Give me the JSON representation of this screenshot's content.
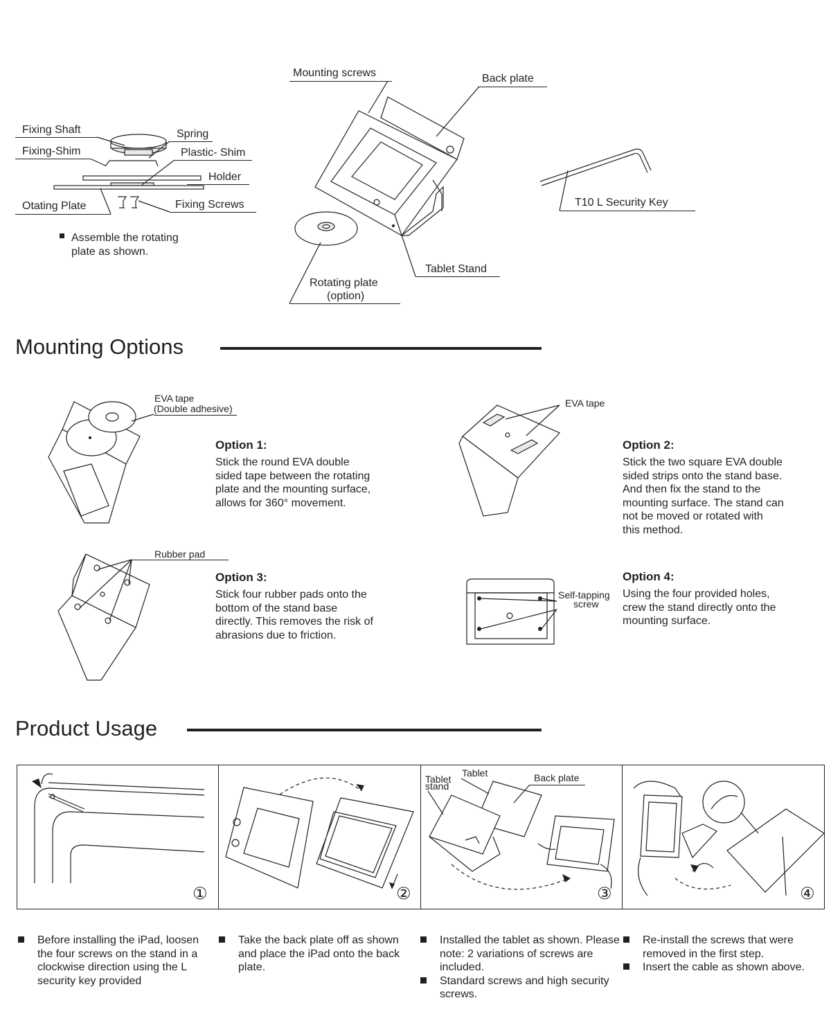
{
  "parts": {
    "fixing_shaft": "Fixing Shaft",
    "spring": "Spring",
    "fixing_shim": "Fixing-Shim",
    "plastic_shim": "Plastic- Shim",
    "holder": "Holder",
    "otating_plate": "Otating Plate",
    "fixing_screws": "Fixing Screws",
    "assemble_note_1": "Assemble the rotating",
    "assemble_note_2": "plate as shown.",
    "mounting_screws": "Mounting screws",
    "back_plate": "Back plate",
    "tablet_stand": "Tablet Stand",
    "rotating_plate_1": "Rotating plate",
    "rotating_plate_2": "(option)",
    "security_key": "T10 L Security Key"
  },
  "mounting": {
    "title": "Mounting Options",
    "eva_tape_1": "EVA tape",
    "eva_tape_2": "(Double adhesive)",
    "eva_tape_opt2": "EVA tape",
    "rubber_pad": "Rubber pad",
    "self_tapping_1": "Self-tapping",
    "self_tapping_2": "screw",
    "options": [
      {
        "title": "Option 1:",
        "lines": [
          "Stick the round EVA double",
          "sided tape between the rotating",
          "plate and the mounting surface,",
          "allows for 360° movement."
        ]
      },
      {
        "title": "Option 2:",
        "lines": [
          "Stick the two square EVA double",
          "sided strips onto the stand base.",
          "And then fix the stand to the",
          "mounting surface. The stand can",
          "not be moved or rotated with",
          "this method."
        ]
      },
      {
        "title": "Option 3:",
        "lines": [
          "Stick  four rubber pads onto the",
          "bottom of the stand base",
          "directly. This removes the risk of",
          "abrasions due to friction."
        ]
      },
      {
        "title": "Option 4:",
        "lines": [
          "Using the four provided holes,",
          "crew the stand directly onto the",
          "mounting surface."
        ]
      }
    ]
  },
  "usage": {
    "title": "Product Usage",
    "panel_labels": {
      "tablet_stand_1": "Tablet",
      "tablet_stand_2": "stand",
      "tablet": "Tablet",
      "back_plate": "Back plate"
    },
    "step_numbers": [
      "①",
      "②",
      "③",
      "④"
    ],
    "steps": [
      [
        "Before installing the iPad, loosen the four screws on the stand in a clockwise direction using the L security key provided"
      ],
      [
        "Take the back plate off as shown and place the iPad onto the back plate."
      ],
      [
        "Installed the tablet as shown. Please note: 2 variations of screws are included.",
        "Standard screws and high security screws."
      ],
      [
        "Re-install the screws that were removed in the first step.",
        "Insert the cable as shown above."
      ]
    ]
  }
}
